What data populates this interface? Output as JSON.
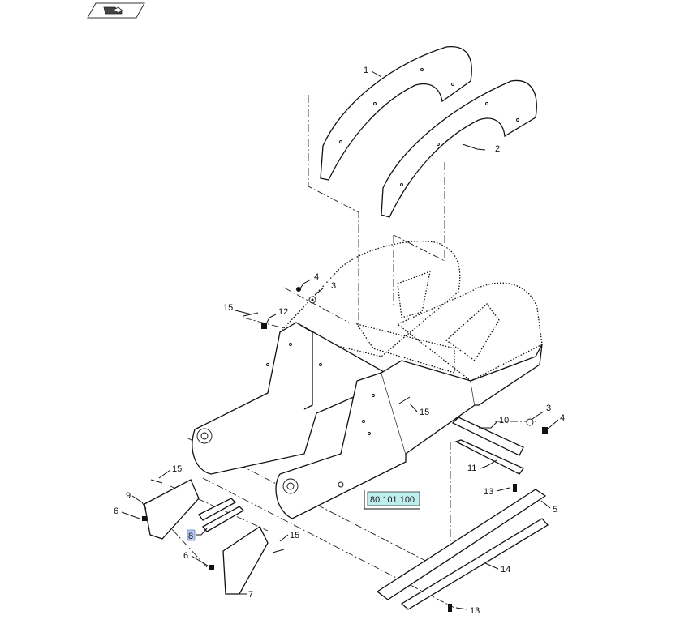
{
  "toolbar": {
    "nav_icon": "hand-pointer-icon"
  },
  "reference_link": {
    "label": "80.101.100"
  },
  "callouts": [
    {
      "id": "c1",
      "label": "1"
    },
    {
      "id": "c2",
      "label": "2"
    },
    {
      "id": "c3a",
      "label": "3"
    },
    {
      "id": "c4a",
      "label": "4"
    },
    {
      "id": "c12",
      "label": "12"
    },
    {
      "id": "c15a",
      "label": "15"
    },
    {
      "id": "c15b",
      "label": "15"
    },
    {
      "id": "c10",
      "label": "10"
    },
    {
      "id": "c3b",
      "label": "3"
    },
    {
      "id": "c4b",
      "label": "4"
    },
    {
      "id": "c11",
      "label": "11"
    },
    {
      "id": "c13a",
      "label": "13"
    },
    {
      "id": "c5",
      "label": "5"
    },
    {
      "id": "c14",
      "label": "14"
    },
    {
      "id": "c13b",
      "label": "13"
    },
    {
      "id": "c15c",
      "label": "15"
    },
    {
      "id": "c9",
      "label": "9"
    },
    {
      "id": "c6a",
      "label": "6"
    },
    {
      "id": "c8",
      "label": "8"
    },
    {
      "id": "c15d",
      "label": "15"
    },
    {
      "id": "c6b",
      "label": "6"
    },
    {
      "id": "c7",
      "label": "7"
    }
  ],
  "colors": {
    "reference_fill": "#bfeeee",
    "highlight_fill": "#b9c9f2",
    "line": "#111111"
  }
}
